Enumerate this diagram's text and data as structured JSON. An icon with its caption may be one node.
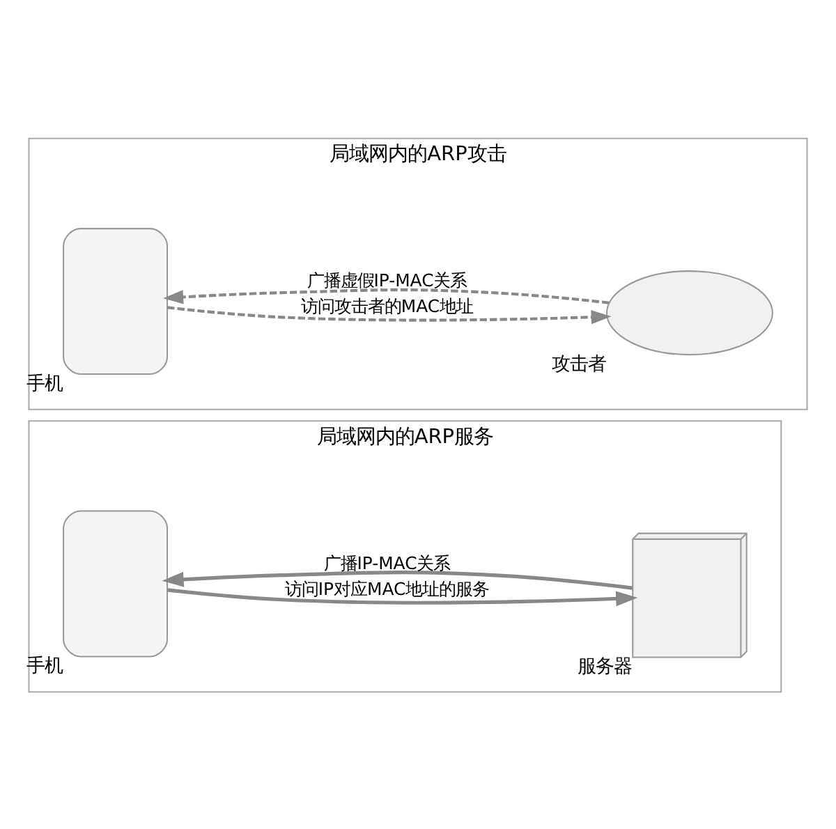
{
  "diagram": {
    "nodes": [
      {
        "text": [
          "局域网内的ARP服务"
        ]
      },
      {
        "text": [
          "手机"
        ],
        "in": 0
      },
      {
        "text": [
          "服务器"
        ],
        "in": 0
      },
      {
        "text": [
          "局域网内的ARP攻击"
        ]
      },
      {
        "text": [
          "手机"
        ],
        "in": 3
      },
      {
        "text": [
          "攻击者"
        ],
        "in": 3
      }
    ],
    "edges": [
      {
        "from": 2,
        "to": 1,
        "arrow": "to",
        "label": "广播IP-MAC关系"
      },
      {
        "from": 1,
        "to": 2,
        "arrow": "to",
        "label": "访问IP对应MAC地址的服务"
      },
      {
        "from": 5,
        "to": 4,
        "arrow": "to",
        "label": "广播虚假IP-MAC关系",
        "style": "dashed"
      },
      {
        "from": 4,
        "to": 5,
        "arrow": "to",
        "label": "访问攻击者的MAC地址",
        "style": "dashed"
      }
    ]
  }
}
